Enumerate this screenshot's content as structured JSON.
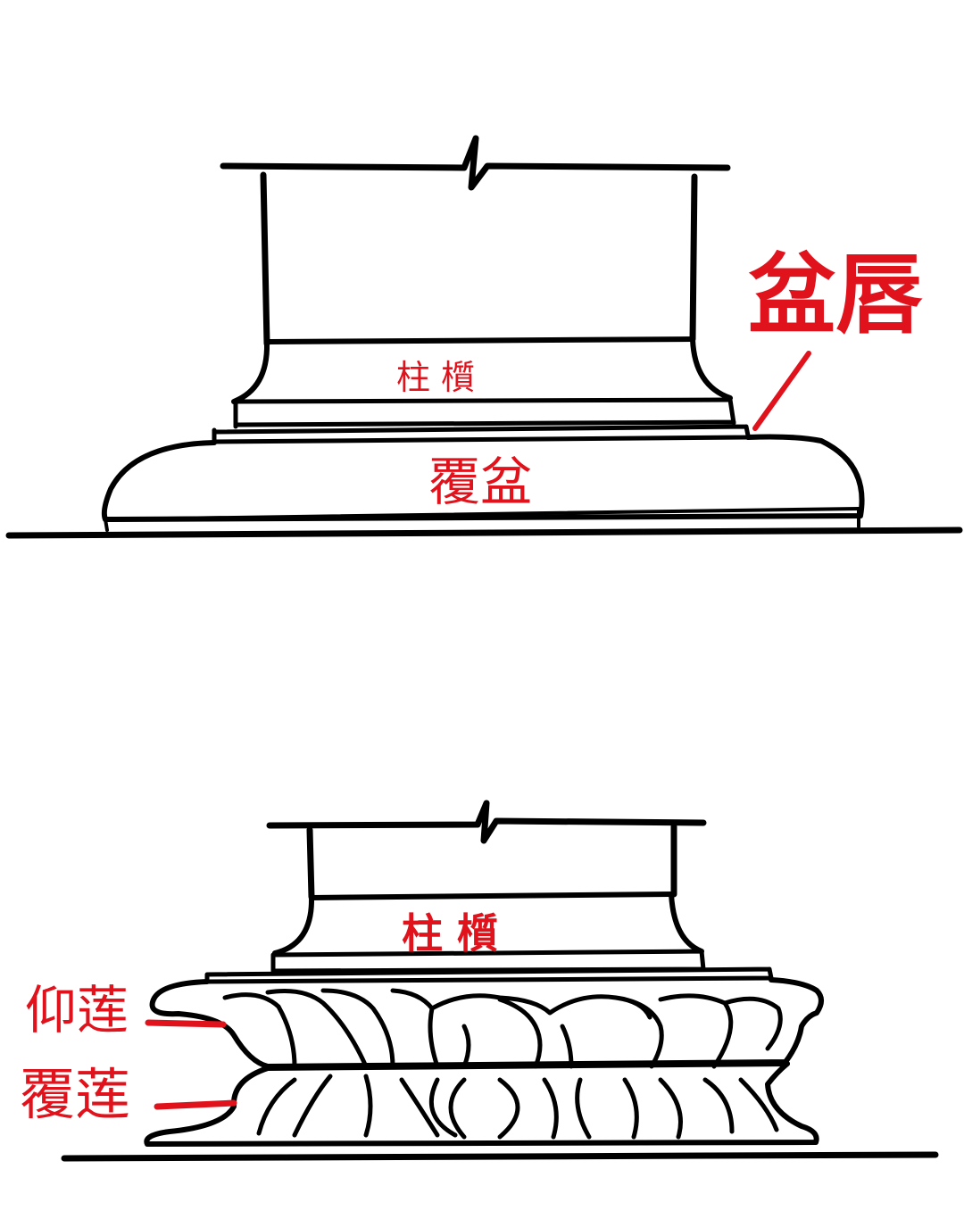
{
  "diagrams": [
    {
      "id": "upper",
      "labels": {
        "lip": "盆唇",
        "column_base": "柱 櫍",
        "inverted_basin": "覆盆"
      }
    },
    {
      "id": "lower",
      "labels": {
        "column_base": "柱 櫍",
        "upturned_lotus": "仰莲",
        "inverted_lotus": "覆莲"
      }
    }
  ],
  "colors": {
    "ink": "#000000",
    "label": "#e0131d",
    "background": "#ffffff"
  }
}
